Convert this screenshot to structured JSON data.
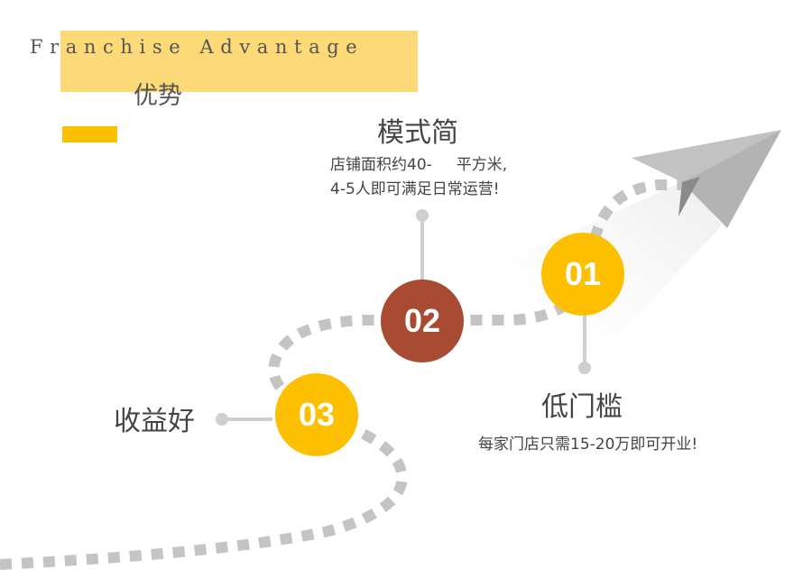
{
  "header": {
    "english_title": "Franchise Advantage",
    "chinese_title": "优势"
  },
  "steps": [
    {
      "number": "01",
      "title": "低门槛",
      "desc": "每家门店只需15-20万即可开业!",
      "color": "#fdc000"
    },
    {
      "number": "02",
      "title": "模式简",
      "desc_line1": "店铺面积约40-     平方米,",
      "desc_line2": "4-5人即可满足日常运营!",
      "color": "#a84b32"
    },
    {
      "number": "03",
      "title": "收益好",
      "color": "#fdc000"
    }
  ],
  "colors": {
    "accent": "#fdc000",
    "highlight": "#fdd978",
    "path": "#c4c4c4",
    "plane": "#b9b9b9"
  },
  "icons": [
    "paper-plane-icon"
  ]
}
